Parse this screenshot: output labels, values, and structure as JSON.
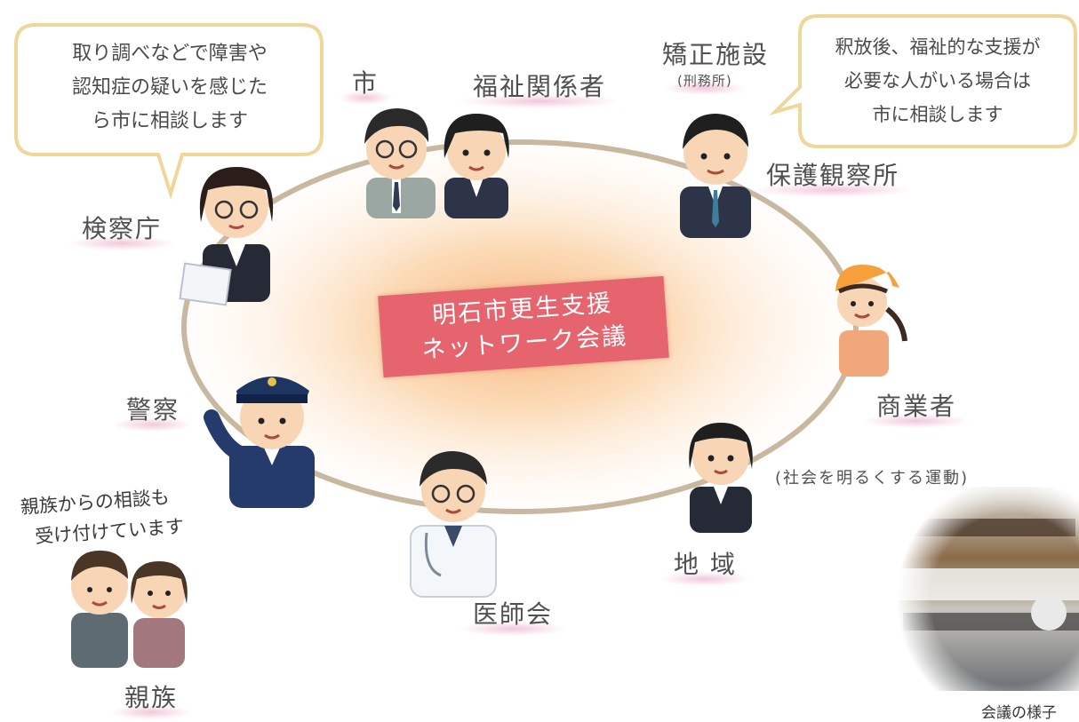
{
  "center": {
    "line1": "明石市更生支援",
    "line2": "ネットワーク会議"
  },
  "nodes": {
    "city": "市",
    "welfare": "福祉関係者",
    "correctional": "矯正施設",
    "correctional_sub": "(刑務所)",
    "probation": "保護観察所",
    "prosecutors": "検察庁",
    "merchants": "商業者",
    "police": "警察",
    "community": "地 域",
    "community_sub": "(社会を明るくする運動)",
    "doctors": "医師会",
    "relatives": "親族"
  },
  "bubbles": {
    "left": {
      "line1": "取り調べなどで障害や",
      "line2": "認知症の疑いを感じた",
      "line3": "ら市に相談します"
    },
    "right": {
      "line1": "釈放後、福祉的な支援が",
      "line2": "必要な人がいる場合は",
      "line3": "市に相談します"
    }
  },
  "relatives_note": {
    "line1": "親族からの相談も",
    "line2": "受け付けています"
  },
  "photo": {
    "caption": "会議の様子"
  },
  "colors": {
    "accent": "#e6646e",
    "ring": "#c9b8a0",
    "bubble_border": "#efd79a"
  }
}
